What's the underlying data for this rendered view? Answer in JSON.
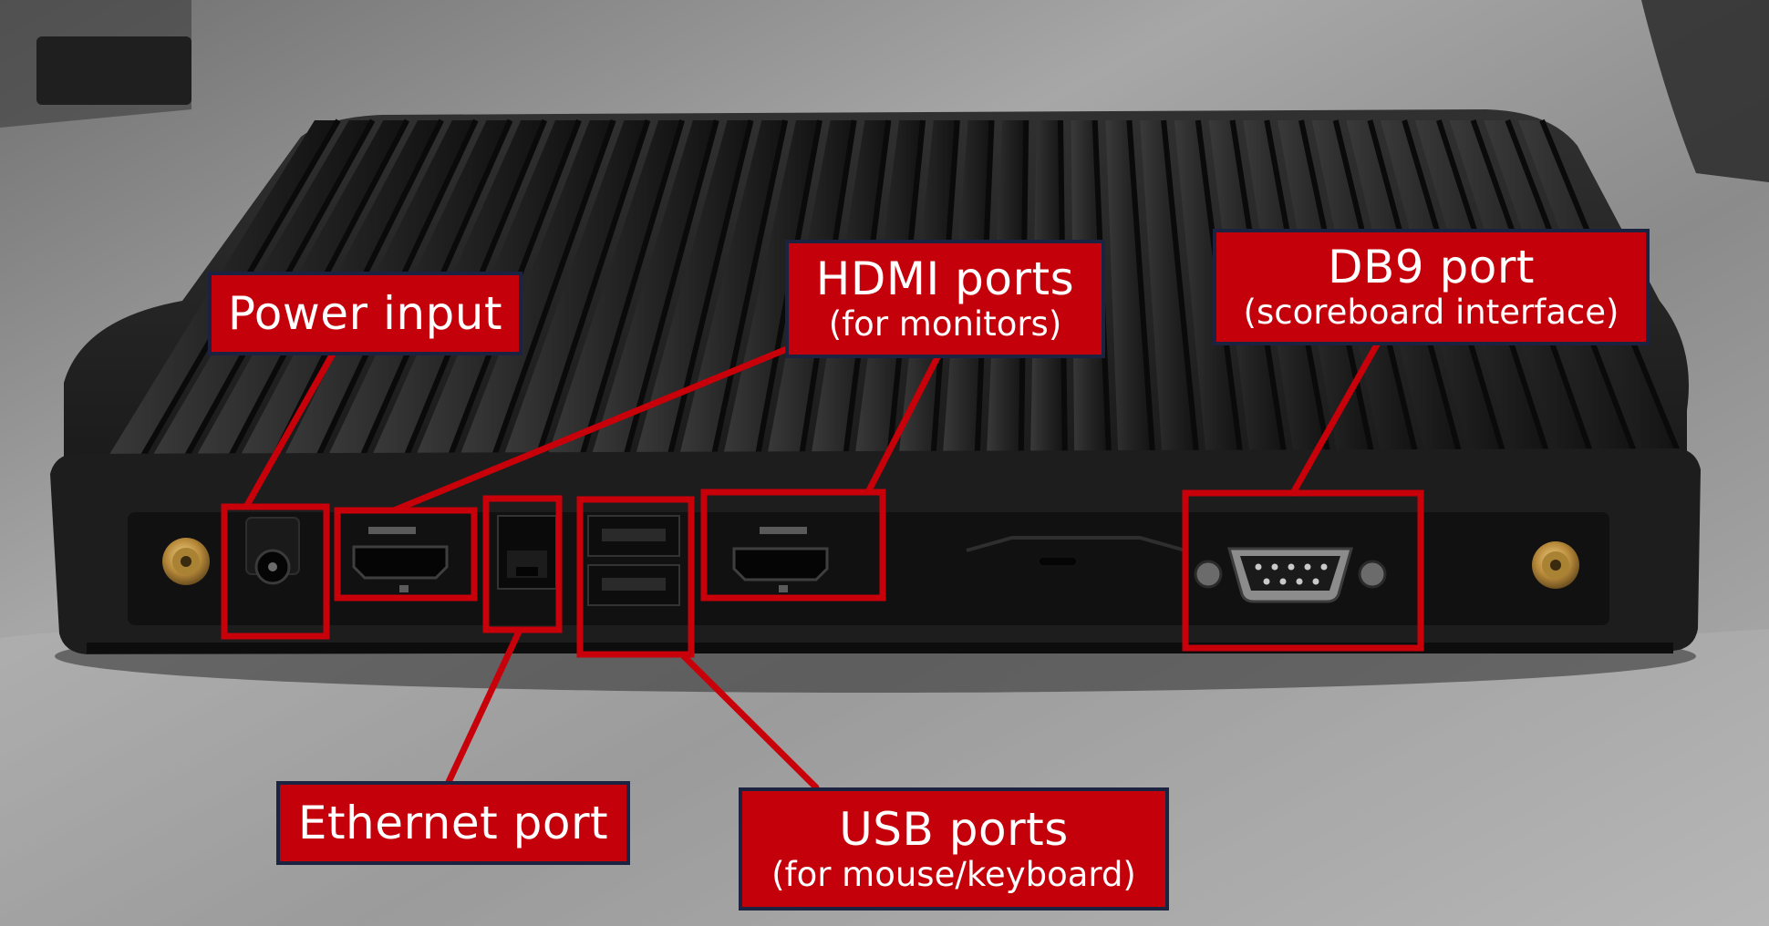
{
  "callouts": {
    "power": {
      "title": "Power input"
    },
    "hdmi": {
      "title": "HDMI ports",
      "subtitle": "(for monitors)"
    },
    "db9": {
      "title": "DB9 port",
      "subtitle": "(scoreboard interface)"
    },
    "ethernet": {
      "title": "Ethernet port"
    },
    "usb": {
      "title": "USB ports",
      "subtitle": "(for mouse/keyboard)"
    }
  },
  "colors": {
    "callout_fill": "#c4000b",
    "callout_border": "#1c2340",
    "highlight_stroke": "#c8000a",
    "device_body": "#222222",
    "table_surface": "#8f8f8f"
  },
  "icons": {
    "antenna": "sma-connector-icon",
    "db9": "db9-connector-icon",
    "hdmi": "hdmi-port-icon"
  }
}
